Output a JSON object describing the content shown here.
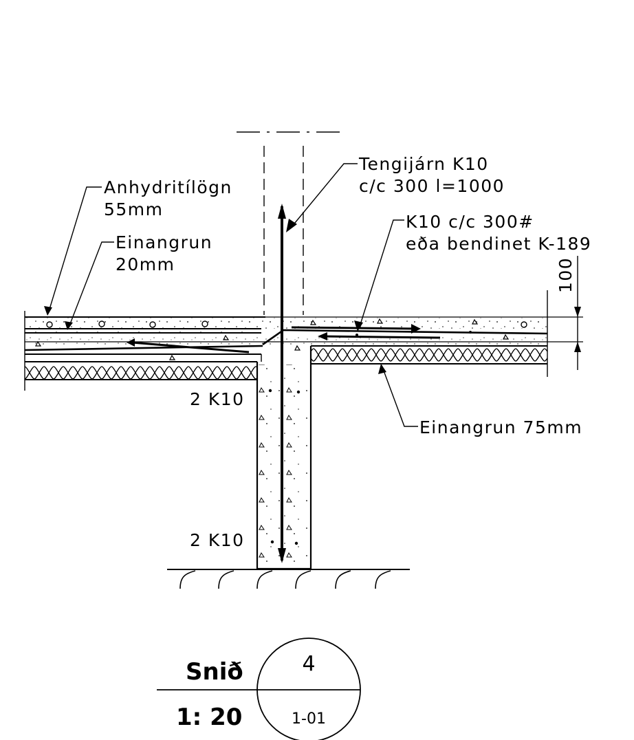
{
  "labels": {
    "anhydrit_1": "Anhydritílögn",
    "anhydrit_2": "55mm",
    "einangrun20_1": "Einangrun",
    "einangrun20_2": "20mm",
    "tengijarn_1": "Tengijárn K10",
    "tengijarn_2": "c/c 300 l=1000",
    "k10_1": "K10 c/c 300#",
    "k10_2": "eða bendinet K-189",
    "dim": "100",
    "einangrun75": "Einangrun 75mm",
    "bars_top": "2 K10",
    "bars_bottom": "2 K10"
  },
  "title_block": {
    "title": "Snið",
    "scale": "1: 20",
    "section_number": "4",
    "sheet": "1-01"
  }
}
